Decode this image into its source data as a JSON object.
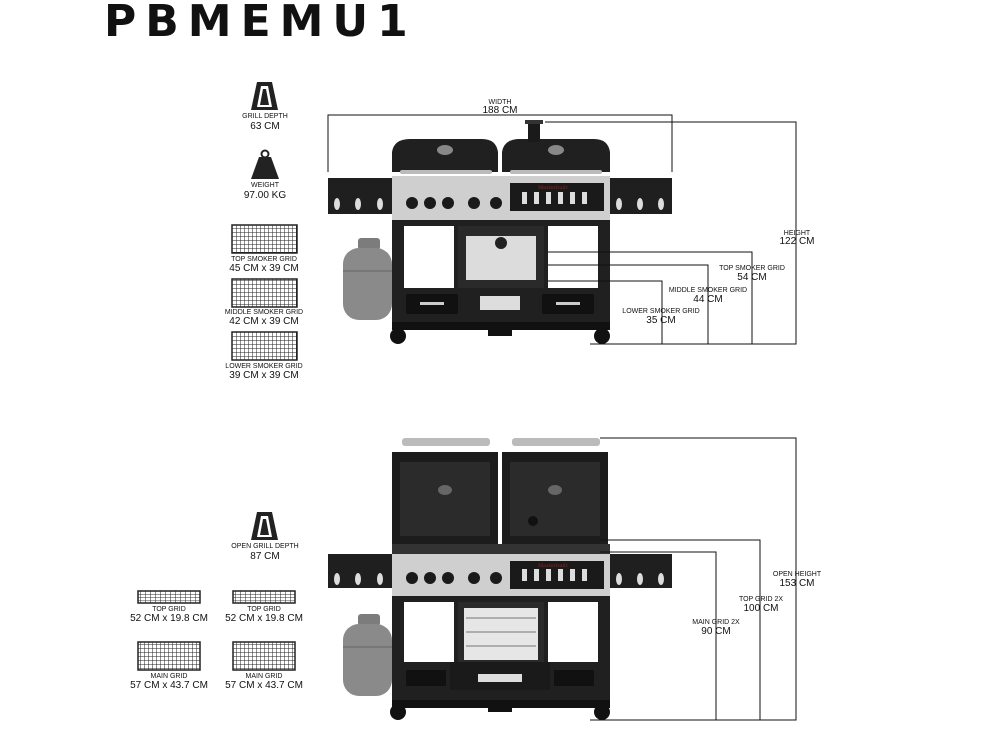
{
  "title": "PBMEMU1",
  "icons": {
    "grill_depth": {
      "label": "GRILL DEPTH",
      "value": "63 CM"
    },
    "weight": {
      "label": "WEIGHT",
      "value": "97.00 KG"
    },
    "open_grill_depth": {
      "label": "OPEN GRILL DEPTH",
      "value": "87 CM"
    }
  },
  "grids_top": [
    {
      "label": "TOP SMOKER GRID",
      "value": "45 CM x 39 CM"
    },
    {
      "label": "MIDDLE SMOKER GRID",
      "value": "42 CM x 39 CM"
    },
    {
      "label": "LOWER SMOKER GRID",
      "value": "39 CM x 39 CM"
    }
  ],
  "grids_bottom": [
    {
      "label": "TOP GRID",
      "value": "52 CM x 19.8 CM"
    },
    {
      "label": "TOP GRID",
      "value": "52 CM x 19.8 CM"
    },
    {
      "label": "MAIN GRID",
      "value": "57 CM x 43.7 CM"
    },
    {
      "label": "MAIN GRID",
      "value": "57 CM x 43.7 CM"
    }
  ],
  "dims_closed": {
    "width": {
      "label": "WIDTH",
      "value": "188 CM"
    },
    "height": {
      "label": "HEIGHT",
      "value": "122 CM"
    },
    "top_smoker_grid": {
      "label": "TOP SMOKER GRID",
      "value": "54 CM"
    },
    "middle_smoker_grid": {
      "label": "MIDDLE SMOKER GRID",
      "value": "44 CM"
    },
    "lower_smoker_grid": {
      "label": "LOWER SMOKER GRID",
      "value": "35 CM"
    }
  },
  "dims_open": {
    "open_height": {
      "label": "OPEN HEIGHT",
      "value": "153 CM"
    },
    "top_grid_2x": {
      "label": "TOP GRID 2X",
      "value": "100 CM"
    },
    "main_grid_2x": {
      "label": "MAIN GRID 2X",
      "value": "90 CM"
    }
  },
  "brand_mark": "Masterbuilt",
  "colors": {
    "body": "#1b1b1b",
    "steel": "#c9c9c9",
    "tank": "#8a8a8a",
    "text": "#111111"
  }
}
